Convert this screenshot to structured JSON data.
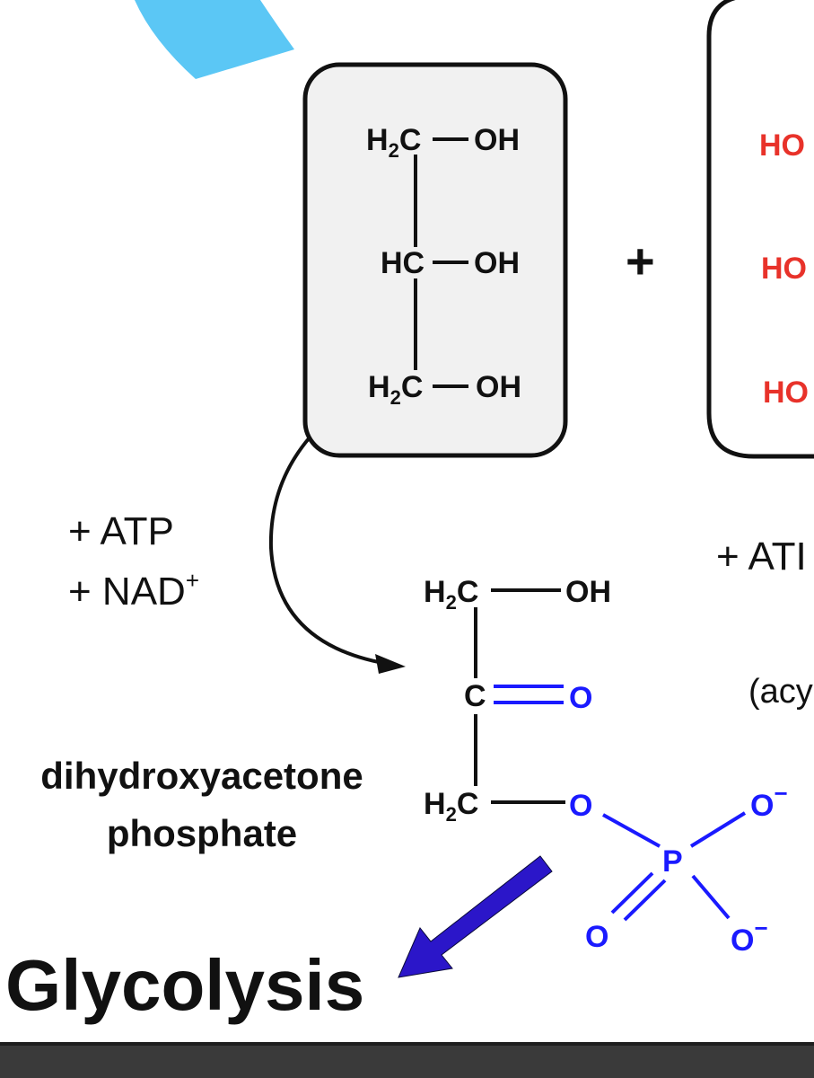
{
  "glycerol": {
    "top": {
      "group": "H2C",
      "sub": "2",
      "oh": "OH"
    },
    "mid": {
      "group": "HC",
      "oh": "OH"
    },
    "bot": {
      "group": "H2C",
      "sub": "2",
      "oh": "OH"
    }
  },
  "plus_sign": "+",
  "fatty_acid_partial": {
    "ho1": "HO",
    "ho2": "HO",
    "ho3": "HO"
  },
  "cofactors_left": {
    "line1": "+ ATP",
    "line2_prefix": "+ NAD",
    "line2_sup": "+"
  },
  "cofactors_right": {
    "line1": "+ ATI",
    "line2": "(acy"
  },
  "dhap": {
    "top_group": "H2C",
    "top_oh": "OH",
    "carbonyl_c": "C",
    "carbonyl_o": "O",
    "bottom_group": "H2C",
    "bridge_o": "O",
    "phosphorus": "P",
    "o_minus_top": "O",
    "o_minus_bot": "O",
    "double_o": "O",
    "minus": "−",
    "h_sub": "2",
    "name_line1": "dihydroxyacetone",
    "name_line2": "phosphate"
  },
  "pathway_label": "Glycolysis",
  "colors": {
    "black": "#111111",
    "red_oh": "#e8322a",
    "phosphate_blue": "#1a1aff",
    "arrow_purple": "#2b16c9",
    "cyan_arrow": "#5bc7f5",
    "box_fill": "#f1f1f1",
    "footer_bar": "#3a3a3a"
  }
}
